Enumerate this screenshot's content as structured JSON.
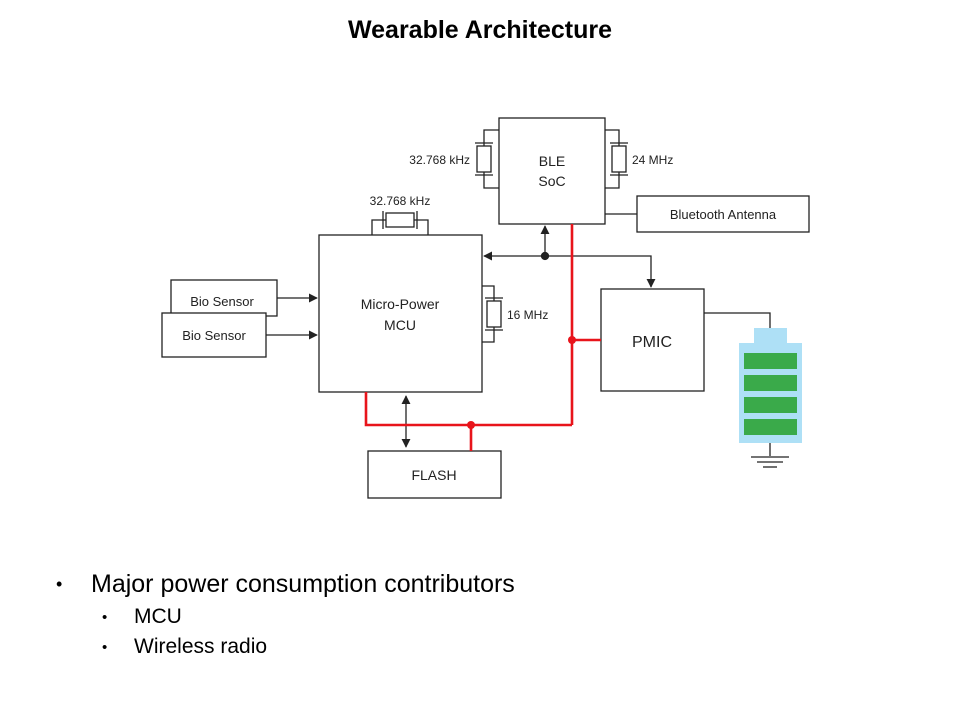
{
  "slide": {
    "title": "Wearable Architecture"
  },
  "diagram": {
    "ble_soc": {
      "line1": "BLE",
      "line2": "SoC"
    },
    "ble_crystal_left": "32.768 kHz",
    "ble_crystal_right": "24 MHz",
    "bluetooth_antenna": "Bluetooth Antenna",
    "mcu_crystal_top": "32.768 kHz",
    "mcu": {
      "line1": "Micro-Power",
      "line2": "MCU"
    },
    "mcu_crystal_right": "16 MHz",
    "bio_sensor_1": "Bio Sensor",
    "bio_sensor_2": "Bio Sensor",
    "pmic": "PMIC",
    "flash": "FLASH",
    "colors": {
      "power_line": "#e8141b",
      "battery_fill": "#3aaa4a",
      "battery_case": "#aee0f6"
    }
  },
  "bullets": {
    "main": "Major power consumption contributors",
    "sub": [
      "MCU",
      "Wireless radio"
    ]
  }
}
